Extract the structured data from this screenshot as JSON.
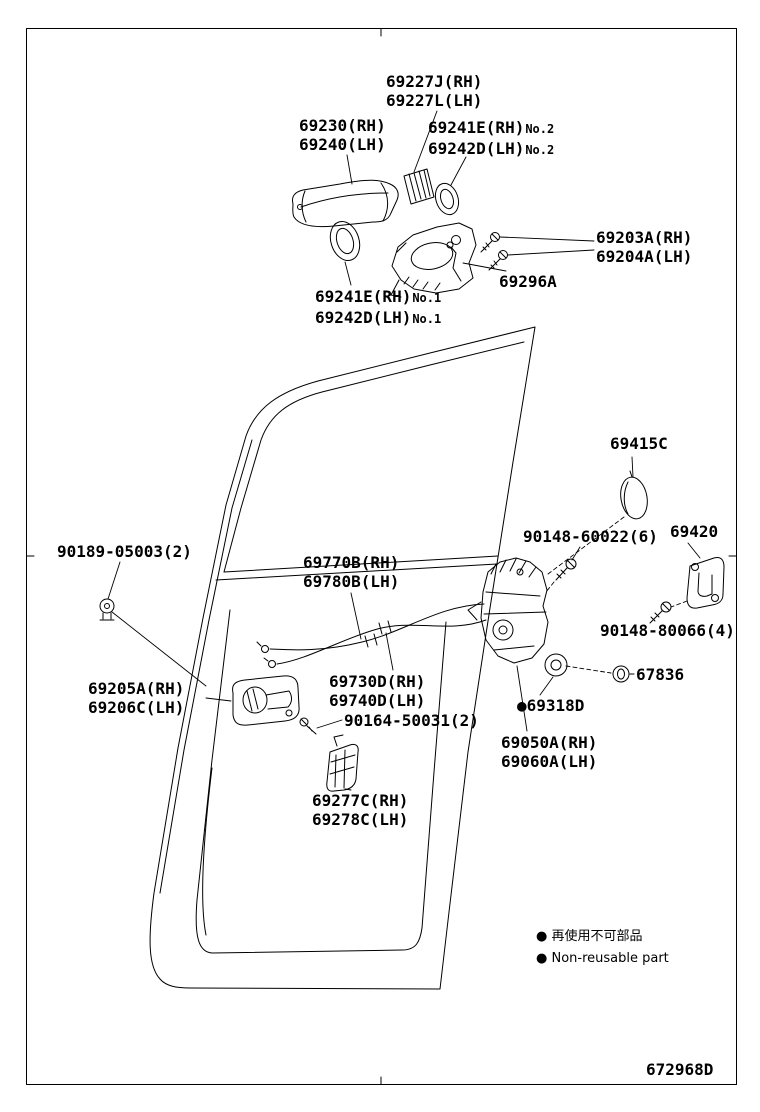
{
  "page": {
    "code": "672968D"
  },
  "labels": {
    "pad_upper": {
      "l1": "69227J(RH)",
      "l2": "69227L(LH)"
    },
    "outer_handle": {
      "l1": "69230(RH)",
      "l2": "69240(LH)"
    },
    "pad_no2": {
      "l1": "69241E(RH)",
      "l2": "69242D(LH)",
      "suffix": "No.2"
    },
    "handle_frame": {
      "l1": "69203A(RH)",
      "l2": "69204A(LH)"
    },
    "rod": {
      "l1": "69296A"
    },
    "pad_no1": {
      "l1": "69241E(RH)",
      "l2": "69242D(LH)",
      "suffix": "No.1"
    },
    "lock_cover": {
      "l1": "69415C"
    },
    "lock_screw": {
      "l1": "90148-60022(6)"
    },
    "striker": {
      "l1": "69420"
    },
    "front_grommet": {
      "l1": "90189-05003(2)"
    },
    "front_cable": {
      "l1": "69770B(RH)",
      "l2": "69780B(LH)"
    },
    "striker_bolt": {
      "l1": "90148-80066(4)"
    },
    "grommet_67836": {
      "l1": "67836"
    },
    "inside_handle": {
      "l1": "69205A(RH)",
      "l2": "69206C(LH)"
    },
    "lock_cable": {
      "l1": "69730D(RH)",
      "l2": "69740D(LH)"
    },
    "bezel_screw": {
      "l1": "90164-50031(2)"
    },
    "seal": {
      "l1": "●69318D"
    },
    "lock_assy": {
      "l1": "69050A(RH)",
      "l2": "69060A(LH)"
    },
    "cable_bracket": {
      "l1": "69277C(RH)",
      "l2": "69278C(LH)"
    }
  },
  "legend": {
    "line1": "● 再使用不可部品",
    "line2": "● Non-reusable part"
  }
}
